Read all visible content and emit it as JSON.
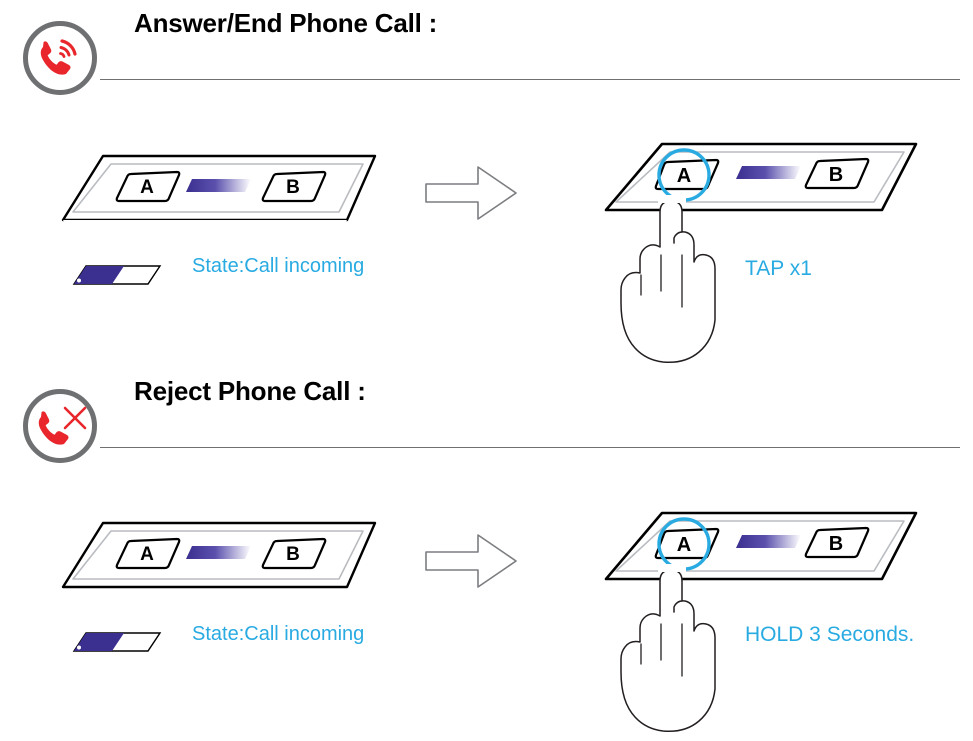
{
  "colors": {
    "accent_cyan": "#29abe2",
    "icon_red": "#e8262b",
    "icon_circle_gray": "#6f7072",
    "led_blue": "#3b2f8f",
    "rule_gray": "#6f7072",
    "outline_black": "#000000"
  },
  "sections": [
    {
      "id": "answer-end-phone-call",
      "title": "Answer/End Phone Call :",
      "icon_name": "phone-ringing-icon",
      "before": {
        "device_label_a": "A",
        "device_label_b": "B",
        "state_label": "State:Call incoming",
        "led_bar_name": "led-indicator-half-blue"
      },
      "arrow_name": "right-arrow-icon",
      "after": {
        "device_label_a": "A",
        "device_label_b": "B",
        "highlight_button": "A",
        "action_label": "TAP x1",
        "hand_name": "hand-pointing-icon"
      }
    },
    {
      "id": "reject-phone-call",
      "title": "Reject Phone Call :",
      "icon_name": "phone-reject-icon",
      "before": {
        "device_label_a": "A",
        "device_label_b": "B",
        "state_label": "State:Call incoming",
        "led_bar_name": "led-indicator-half-blue"
      },
      "arrow_name": "right-arrow-icon",
      "after": {
        "device_label_a": "A",
        "device_label_b": "B",
        "highlight_button": "A",
        "action_label": "HOLD 3 Seconds.",
        "hand_name": "hand-pointing-icon"
      }
    }
  ]
}
